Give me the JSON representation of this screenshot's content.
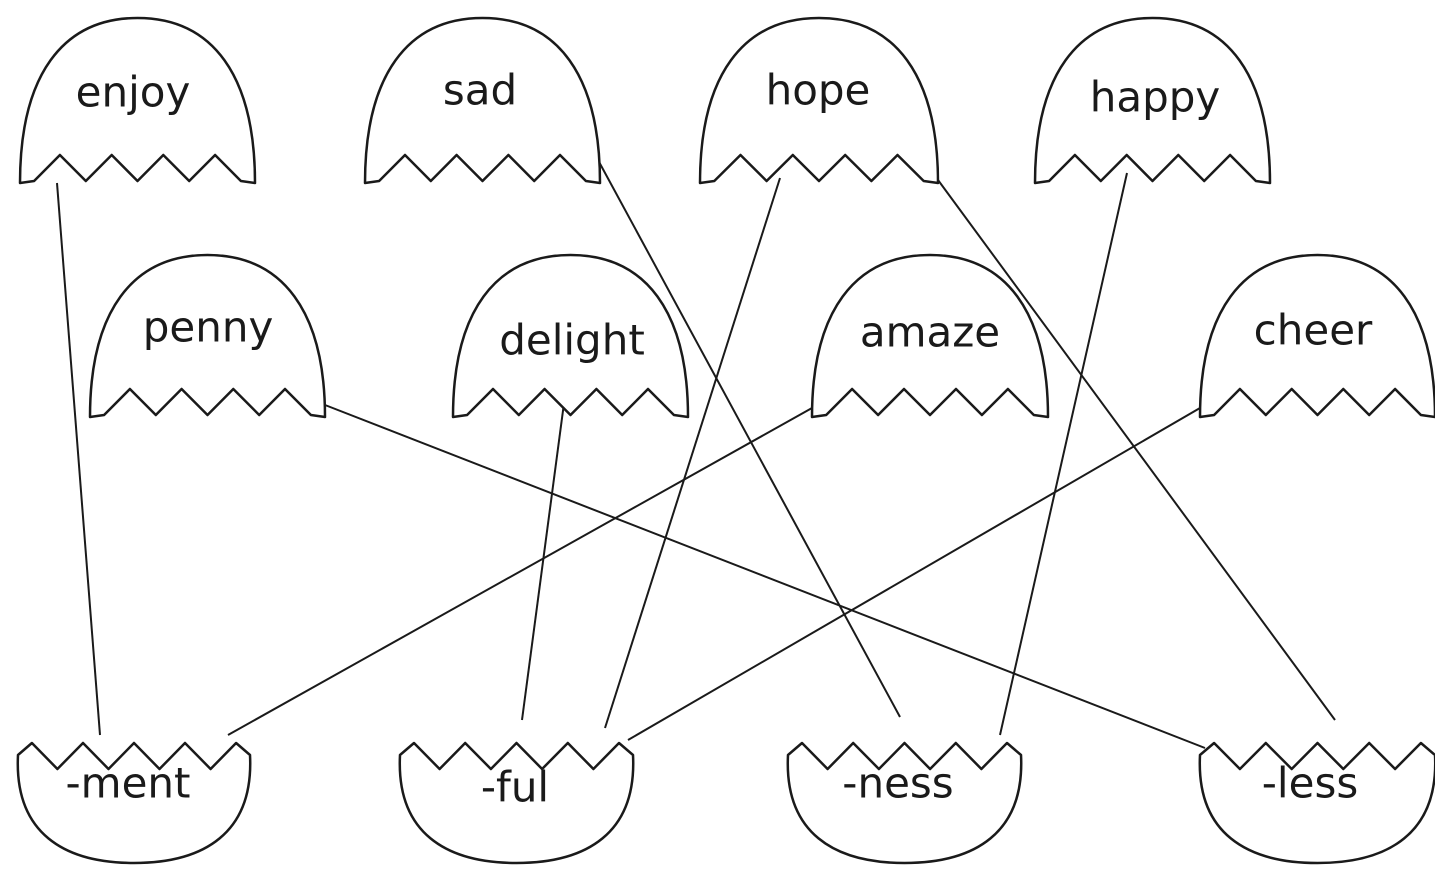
{
  "root_words": [
    {
      "id": "enjoy",
      "label": "enjoy"
    },
    {
      "id": "sad",
      "label": "sad"
    },
    {
      "id": "hope",
      "label": "hope"
    },
    {
      "id": "happy",
      "label": "happy"
    },
    {
      "id": "penny",
      "label": "penny"
    },
    {
      "id": "delight",
      "label": "delight"
    },
    {
      "id": "amaze",
      "label": "amaze"
    },
    {
      "id": "cheer",
      "label": "cheer"
    }
  ],
  "suffixes": [
    {
      "id": "ment",
      "label": "-ment"
    },
    {
      "id": "ful",
      "label": "-ful"
    },
    {
      "id": "ness",
      "label": "-ness"
    },
    {
      "id": "less",
      "label": "-less"
    }
  ],
  "connections": [
    {
      "from": "enjoy",
      "to": "ment"
    },
    {
      "from": "sad",
      "to": "ness"
    },
    {
      "from": "hope",
      "to": "ful"
    },
    {
      "from": "hope",
      "to": "less"
    },
    {
      "from": "happy",
      "to": "ness"
    },
    {
      "from": "penny",
      "to": "less"
    },
    {
      "from": "delight",
      "to": "ful"
    },
    {
      "from": "amaze",
      "to": "ment"
    },
    {
      "from": "cheer",
      "to": "ful"
    }
  ]
}
